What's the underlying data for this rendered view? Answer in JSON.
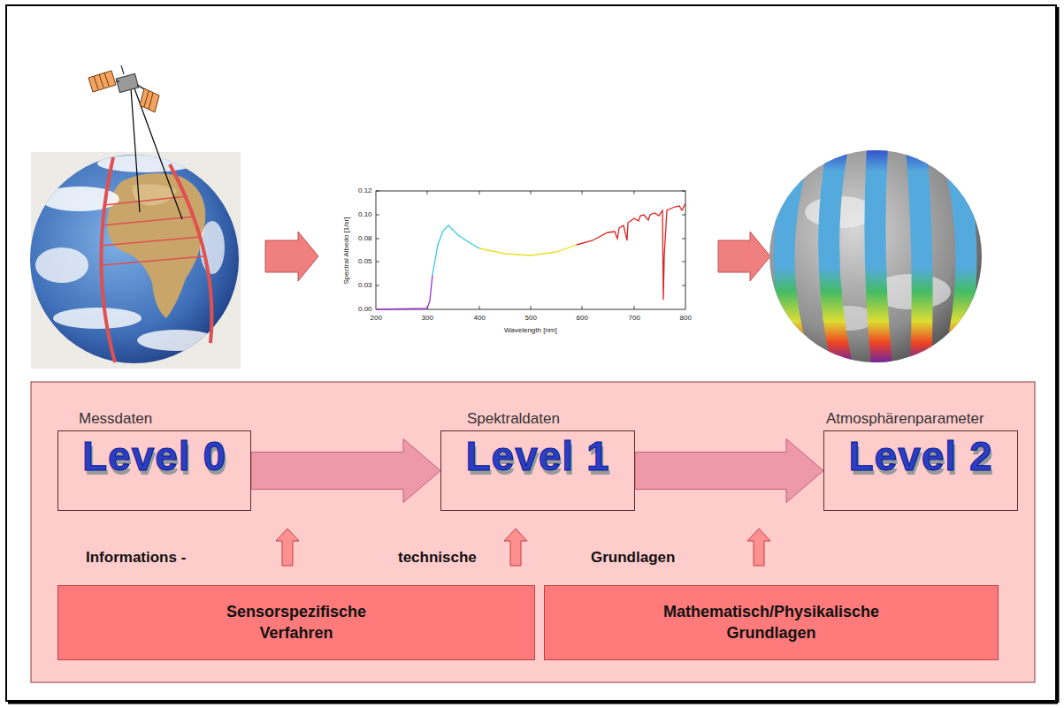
{
  "diagram": {
    "nodes": [
      {
        "text": [
          "Messdaten",
          "Level 0"
        ]
      },
      {
        "text": [
          "Spektraldaten",
          "Level 1"
        ]
      },
      {
        "text": [
          "Atmosphärenparameter",
          "Level 2"
        ]
      },
      {
        "text": [
          "Sensorspezifische Verfahren"
        ]
      },
      {
        "text": [
          "Mathematisch/Physikalische Grundlagen"
        ]
      }
    ],
    "edges": [
      {
        "from": 0,
        "to": 1,
        "arrow": "to"
      },
      {
        "from": 1,
        "to": 2,
        "arrow": "to"
      }
    ],
    "labels": [
      "0.12",
      "0.10",
      "0.08",
      "0.05",
      "0.03",
      "0.00",
      "200",
      "300",
      "400",
      "500",
      "600",
      "700",
      "800",
      "Wavelength [nm]",
      "Spectral Albedo [1/sr]",
      "Informations -",
      "technische",
      "Grundlagen"
    ]
  }
}
